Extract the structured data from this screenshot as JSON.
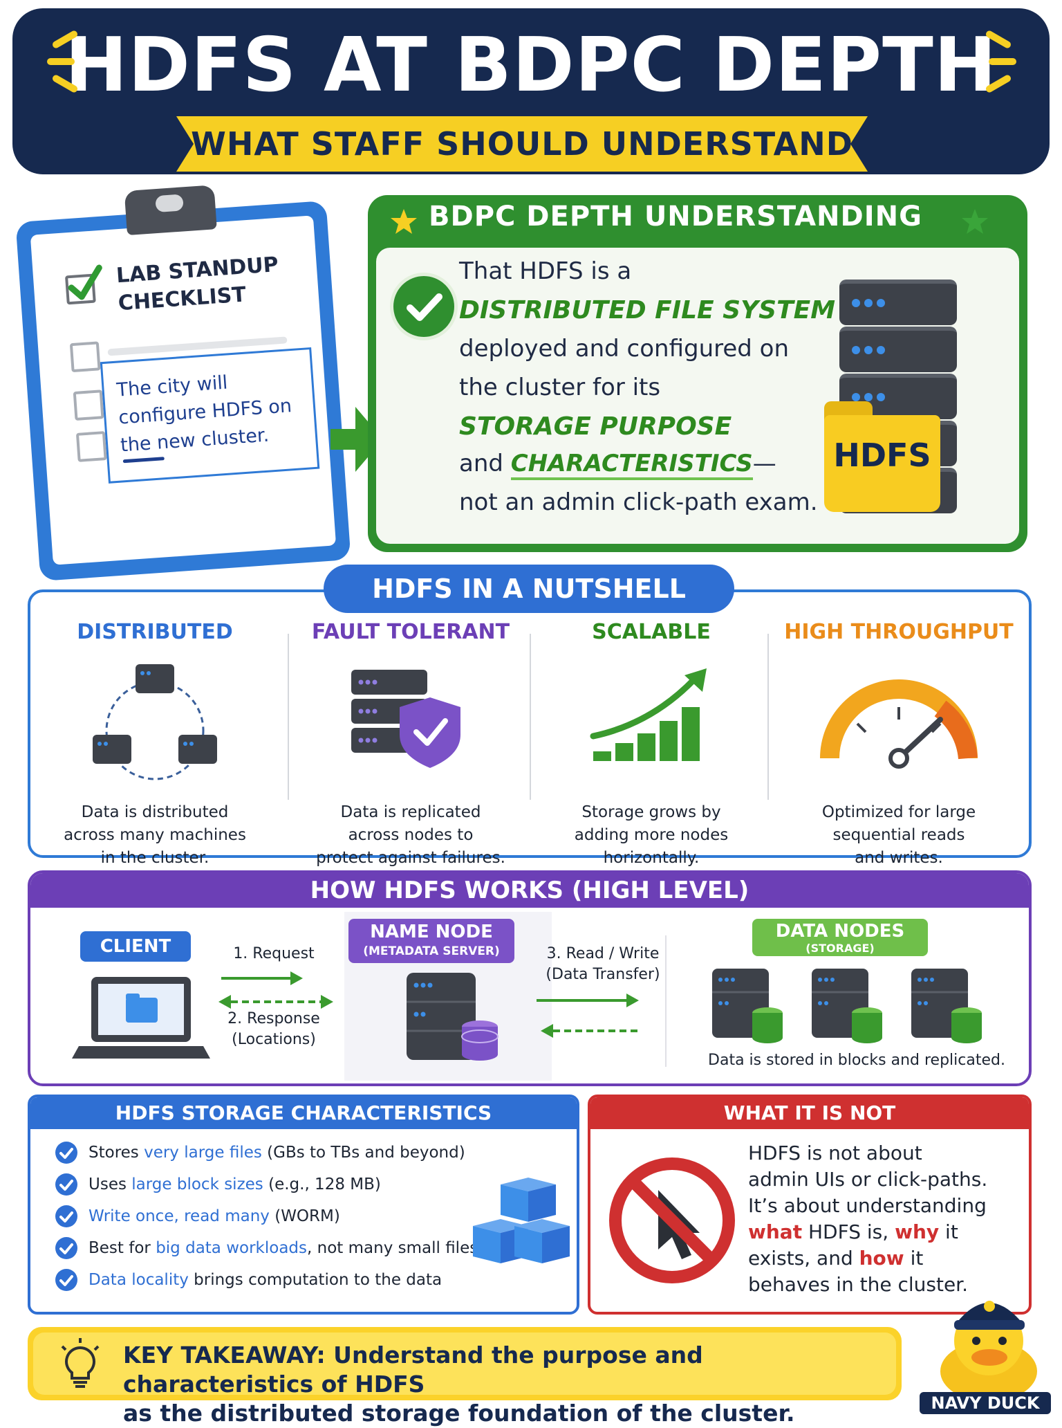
{
  "header": {
    "title": "HDFS AT BDPC DEPTH",
    "subtitle": "WHAT STAFF SHOULD UNDERSTAND"
  },
  "clipboard": {
    "title_line1": "LAB STANDUP",
    "title_line2": "CHECKLIST",
    "note_line1": "The city will",
    "note_line2": "configure HDFS on",
    "note_line3": "the new cluster."
  },
  "bdpc": {
    "title": "BDPC DEPTH UNDERSTANDING",
    "line1": "That HDFS is a",
    "emphasis1": "DISTRIBUTED FILE SYSTEM",
    "line2": "deployed and configured on",
    "line3": "the cluster for its",
    "emphasis2": "STORAGE PURPOSE",
    "line4_prefix": "and",
    "emphasis3": "CHARACTERISTICS",
    "line4_suffix": "—",
    "line5": "not an admin click-path exam.",
    "folder_label": "HDFS"
  },
  "nutshell": {
    "label": "HDFS IN A NUTSHELL",
    "columns": [
      {
        "title": "DISTRIBUTED",
        "color": "#2f6fd3",
        "desc1": "Data is distributed",
        "desc2": "across many machines",
        "desc3": "in the cluster."
      },
      {
        "title": "FAULT TOLERANT",
        "color": "#6c3fb6",
        "desc1": "Data is replicated",
        "desc2": "across nodes to",
        "desc3": "protect against failures."
      },
      {
        "title": "SCALABLE",
        "color": "#2e8a1f",
        "desc1": "Storage grows by",
        "desc2": "adding more nodes",
        "desc3": "horizontally."
      },
      {
        "title": "HIGH THROUGHPUT",
        "color": "#ea8c1a",
        "desc1": "Optimized for large",
        "desc2": "sequential reads",
        "desc3": "and writes."
      }
    ]
  },
  "how": {
    "title": "HOW HDFS WORKS (HIGH LEVEL)",
    "client": "CLIENT",
    "namenode": "NAME NODE",
    "namenode_sub": "(METADATA SERVER)",
    "datanodes": "DATA NODES",
    "datanodes_sub": "(STORAGE)",
    "step1": "1. Request",
    "step2_line1": "2. Response",
    "step2_line2": "(Locations)",
    "step3_line1": "3. Read / Write",
    "step3_line2": "(Data Transfer)",
    "blocks_note": "Data is stored in blocks and replicated."
  },
  "storage": {
    "title": "HDFS STORAGE CHARACTERISTICS",
    "items": [
      {
        "pre": "Stores ",
        "hl": "very large files",
        "post": " (GBs to TBs and beyond)"
      },
      {
        "pre": "Uses ",
        "hl": "large block sizes",
        "post": " (e.g., 128 MB)"
      },
      {
        "pre": "",
        "hl": "Write once, read many",
        "post": " (WORM)"
      },
      {
        "pre": "Best for ",
        "hl": "big data workloads",
        "post": ", not many small files"
      },
      {
        "pre": "",
        "hl": "Data locality",
        "post": " brings computation to the data"
      }
    ]
  },
  "not": {
    "title": "WHAT IT IS NOT",
    "l1": "HDFS is not about",
    "l2": "admin UIs or click-paths.",
    "l3": "It’s about understanding",
    "w1": "what",
    "l4": " HDFS is, ",
    "w2": "why",
    "l5": " it",
    "l6": "exists, and ",
    "w3": "how",
    "l7": " it",
    "l8": "behaves in the cluster."
  },
  "takeaway": {
    "label": "KEY TAKEAWAY:",
    "text1": " Understand the purpose and characteristics of HDFS",
    "text2": "as the distributed storage foundation of the cluster."
  },
  "mascot": {
    "label": "NAVY DUCK"
  },
  "colors": {
    "navy": "#16294f",
    "yellow": "#f6cf23",
    "green": "#2f8f2f",
    "blue": "#2f6fd3",
    "purple": "#6c3fb6",
    "red": "#cf3030",
    "orange": "#ea8c1a"
  }
}
